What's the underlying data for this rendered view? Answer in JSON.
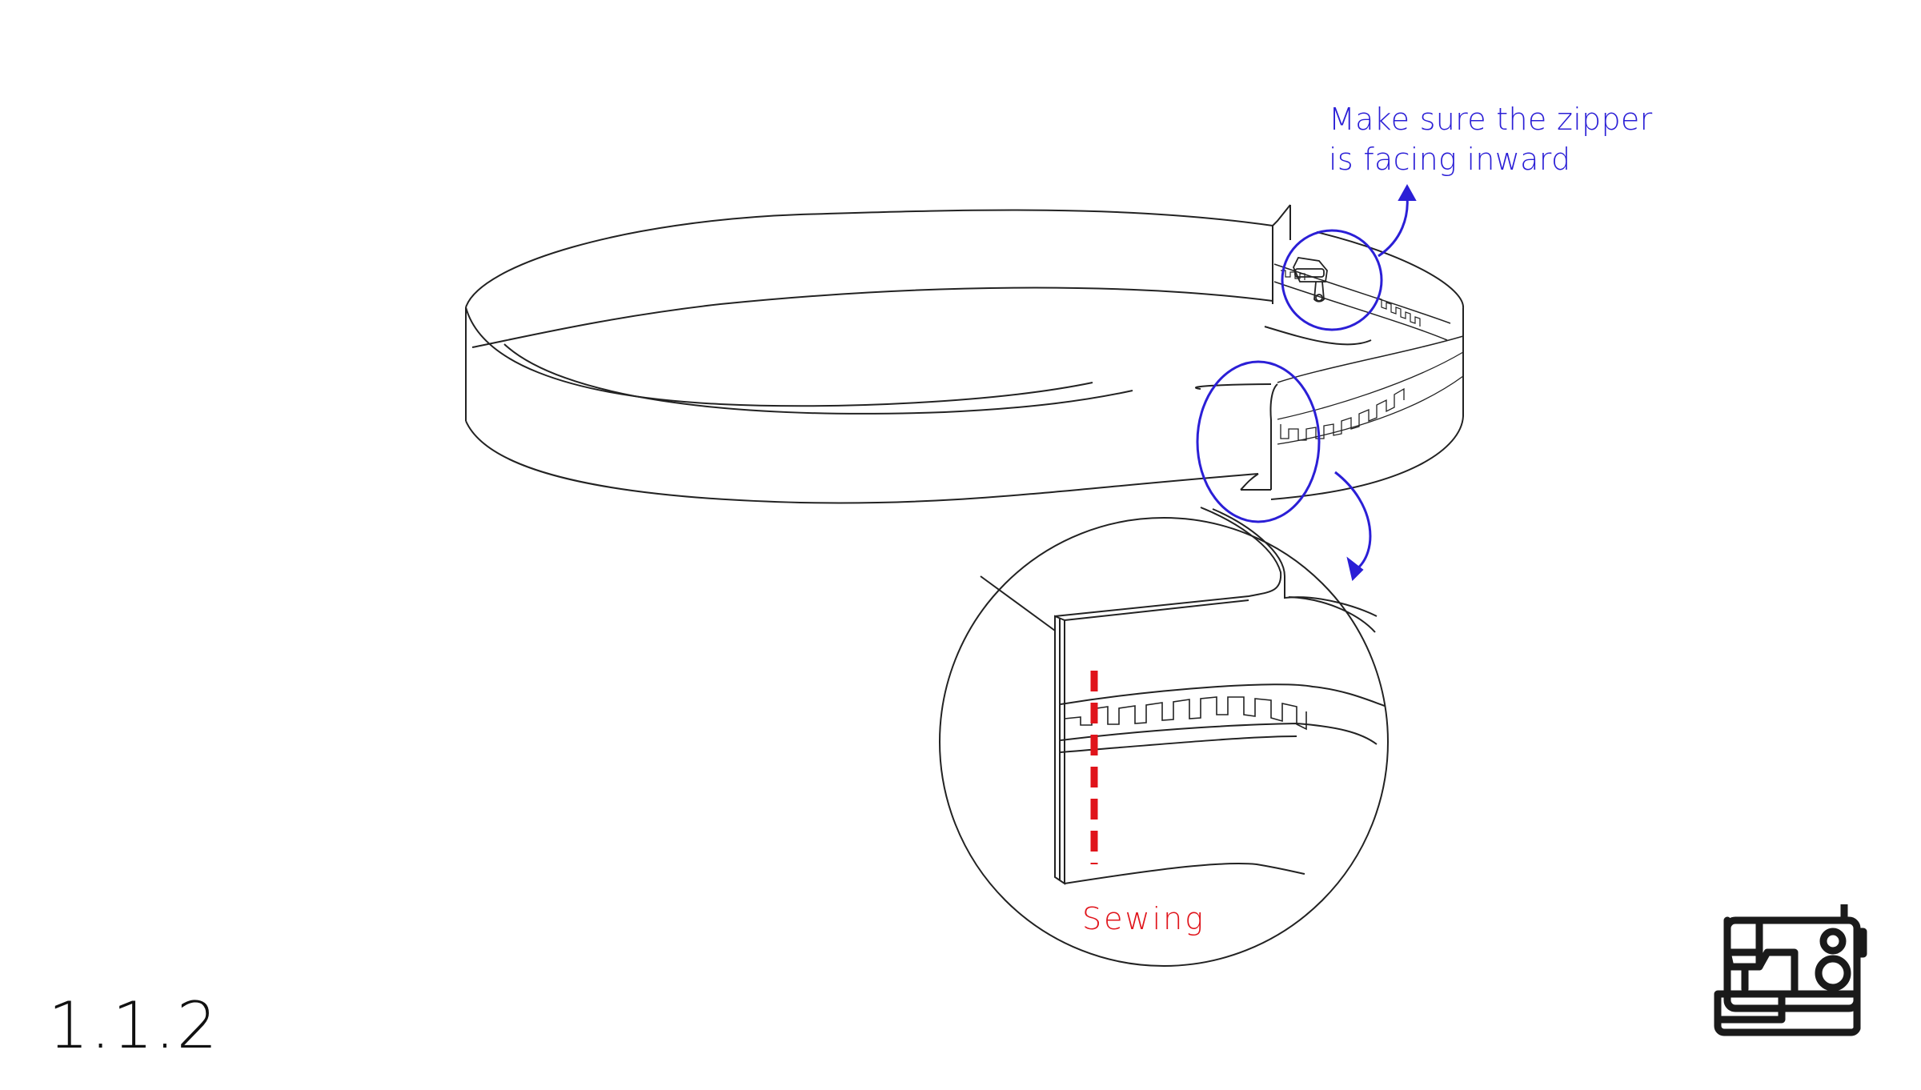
{
  "annotation": {
    "line1": "Make sure the zipper",
    "line2": "is facing inward",
    "color": "#2b1fd6"
  },
  "detail": {
    "sewing_label": "Sewing",
    "sewing_color": "#e0141b"
  },
  "step_number": "1.1.2",
  "icons": {
    "corner_icon": "sewing-machine-icon"
  }
}
